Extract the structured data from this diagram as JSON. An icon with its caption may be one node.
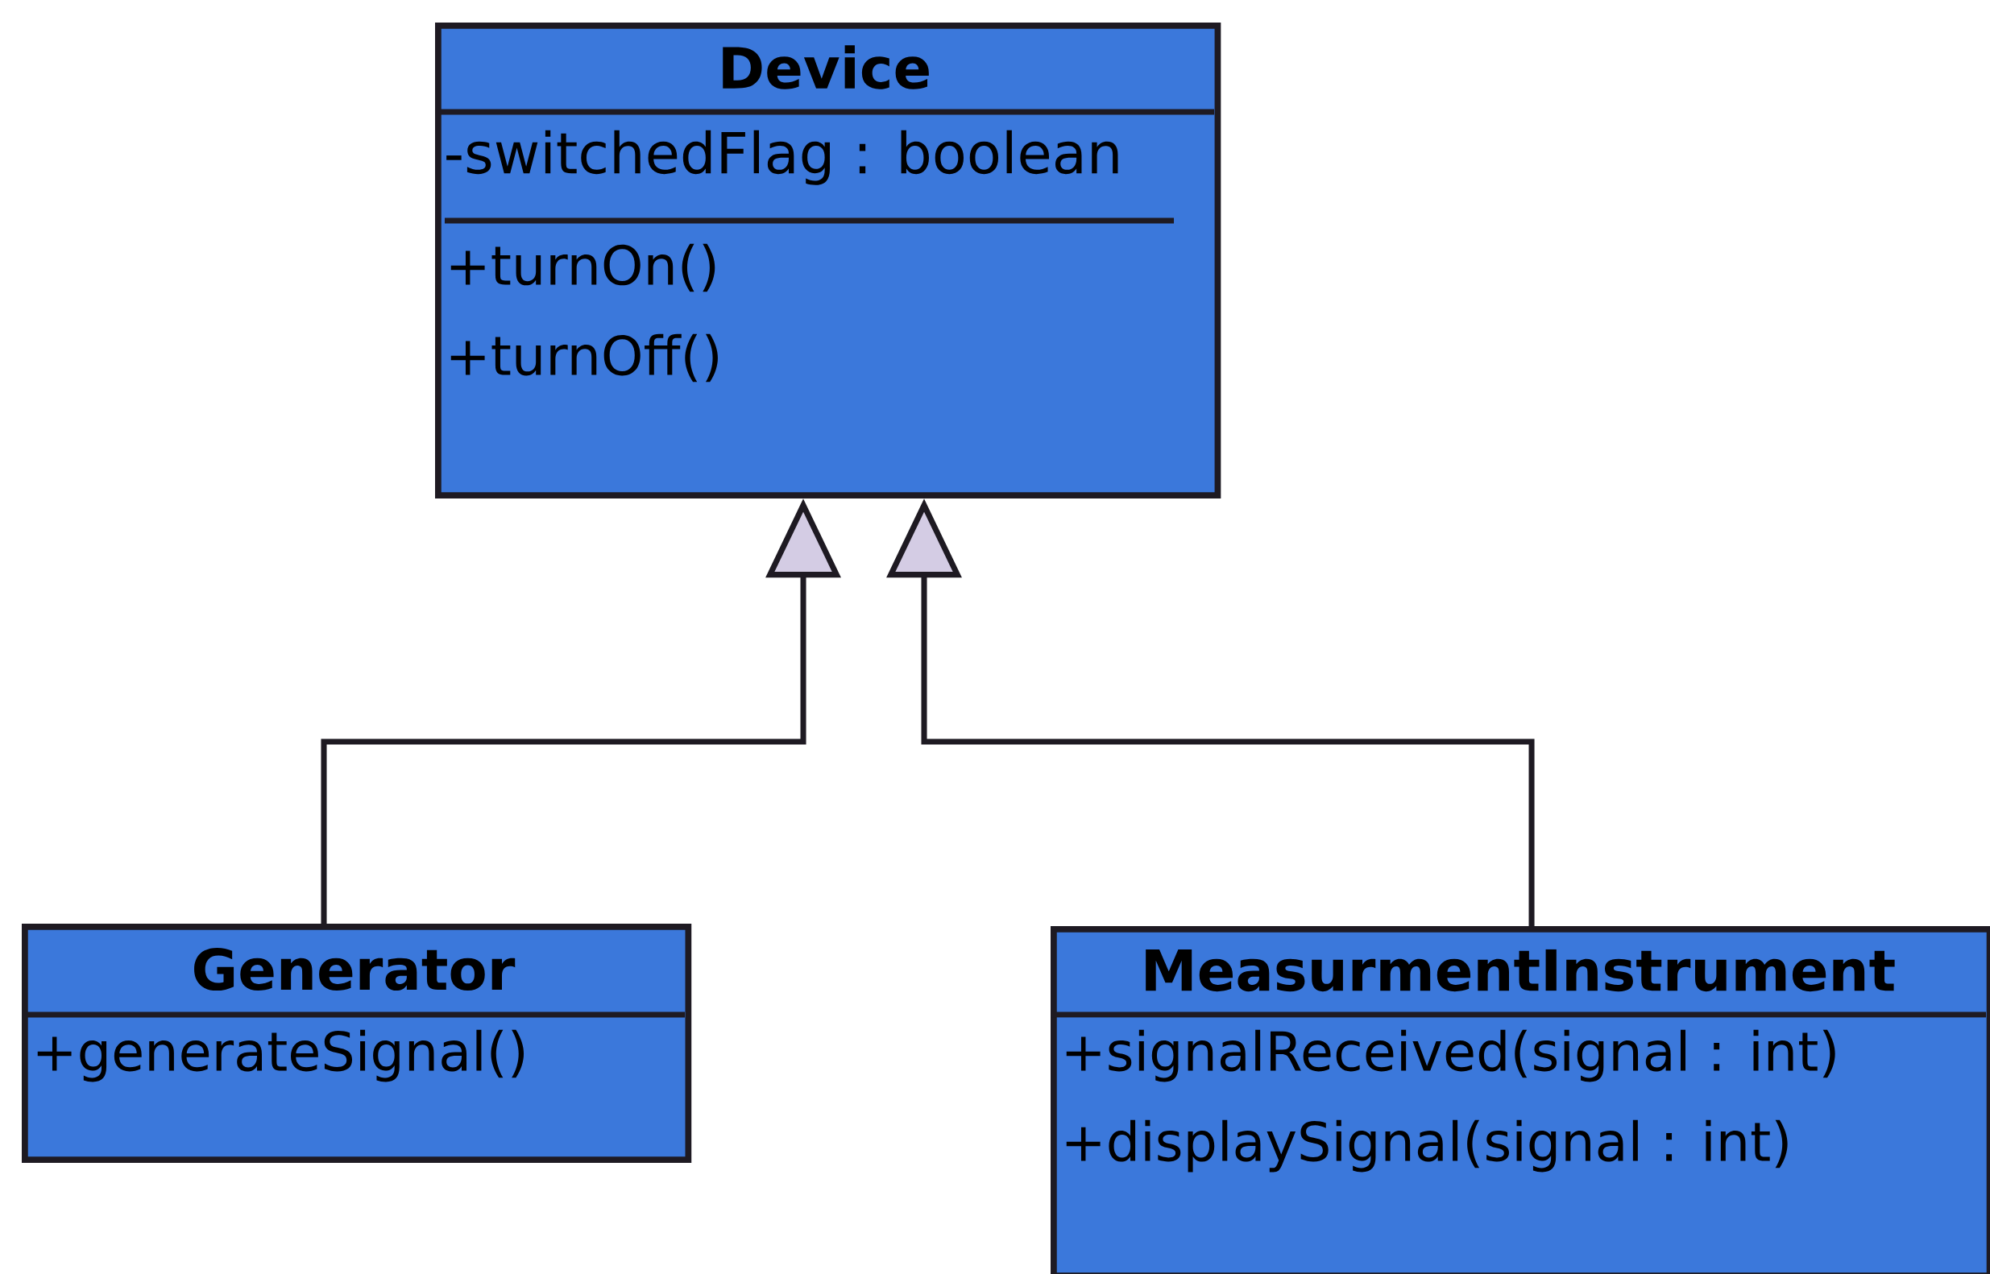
{
  "diagram": {
    "nodes": [
      {
        "text": [
          "Device",
          "-switchedFlag : boolean",
          "+turnOn()",
          "+turnOff()"
        ]
      },
      {
        "text": [
          "Generator",
          "+generateSignal()"
        ]
      },
      {
        "text": [
          "MeasurmentInstrument",
          "+signalReceived(signal : int)",
          "+displaySignal(signal : int)"
        ]
      }
    ],
    "edges": [
      {
        "from": 1,
        "to": 0,
        "arrow": "to"
      },
      {
        "from": 2,
        "to": 0,
        "arrow": "to"
      }
    ]
  }
}
